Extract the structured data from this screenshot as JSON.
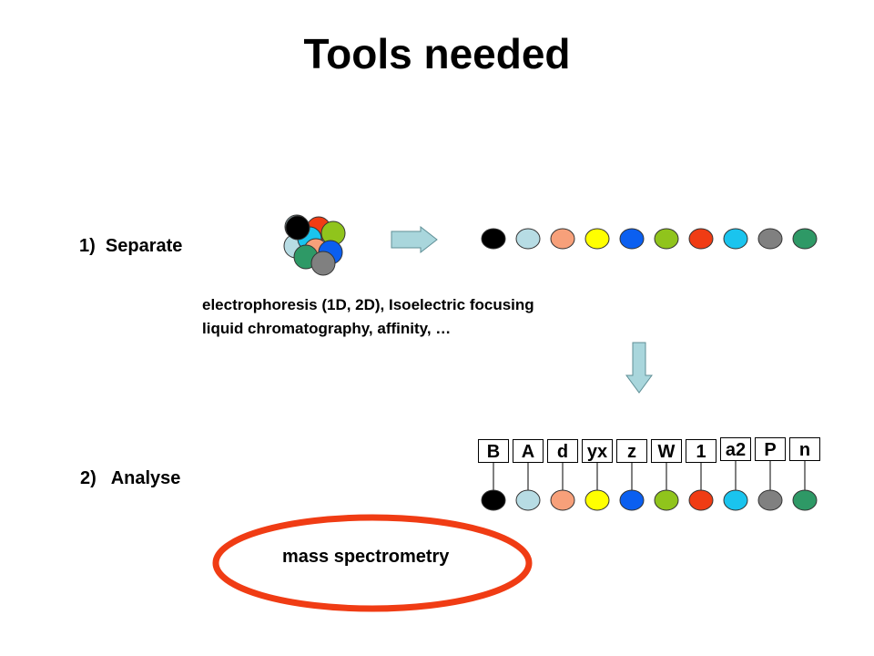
{
  "title": "Tools needed",
  "steps": [
    {
      "label": "1)  Separate"
    },
    {
      "label": "2)   Analyse"
    }
  ],
  "methods": [
    "electrophoresis (1D, 2D), Isoelectric focusing",
    "liquid chromatography, affinity, …"
  ],
  "colors": {
    "protein_palette": [
      "#000000",
      "#b7dce4",
      "#f7a07a",
      "#ffff00",
      "#0b5ff0",
      "#90c41c",
      "#f03c14",
      "#1ac4ee",
      "#808080",
      "#2e9966"
    ],
    "arrow_fill": "#a9d6dc",
    "arrow_stroke": "#5f8f96",
    "ellipse": "#f03c14"
  },
  "labels": [
    "B",
    "A",
    "d",
    "yx",
    "z",
    "W",
    "1",
    "a2",
    "P",
    "n"
  ],
  "ms_label": "mass spectrometry"
}
